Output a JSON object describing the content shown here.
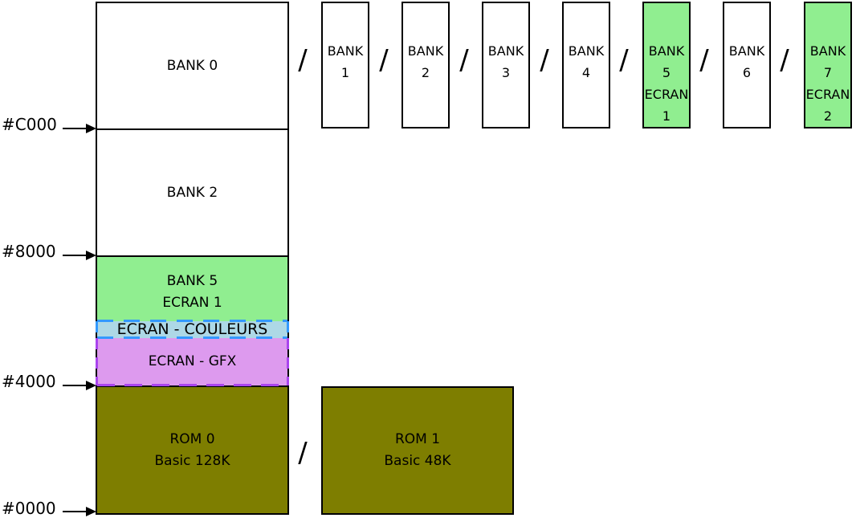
{
  "addresses": [
    "#C000",
    "#8000",
    "#4000",
    "#0000"
  ],
  "separator": "/",
  "main_column": {
    "bank0": "BANK 0",
    "bank2": "BANK 2",
    "bank5": {
      "line1": "BANK 5",
      "line2": "ECRAN 1"
    },
    "ecran_couleurs": "ECRAN - COULEURS",
    "ecran_gfx": "ECRAN - GFX",
    "rom0": {
      "line1": "ROM 0",
      "line2": "Basic 128K"
    }
  },
  "alt_banks": [
    {
      "name": "BANK",
      "number": "1"
    },
    {
      "name": "BANK",
      "number": "2"
    },
    {
      "name": "BANK",
      "number": "3"
    },
    {
      "name": "BANK",
      "number": "4"
    },
    {
      "name": "BANK",
      "number": "5",
      "extra": "ECRAN",
      "extra_number": "1"
    },
    {
      "name": "BANK",
      "number": "6"
    },
    {
      "name": "BANK",
      "number": "7",
      "extra": "ECRAN",
      "extra_number": "2"
    }
  ],
  "rom1": {
    "line1": "ROM 1",
    "line2": "Basic 48K"
  },
  "colors": {
    "bank_highlight": "#90EE90",
    "ecran_couleurs_fill": "#ADD8E6",
    "ecran_couleurs_dash": "#3399FF",
    "ecran_gfx_fill": "#DD9AEE",
    "ecran_gfx_dash": "#AA44EE",
    "rom_fill": "#7E7E00",
    "line": "#000000"
  }
}
